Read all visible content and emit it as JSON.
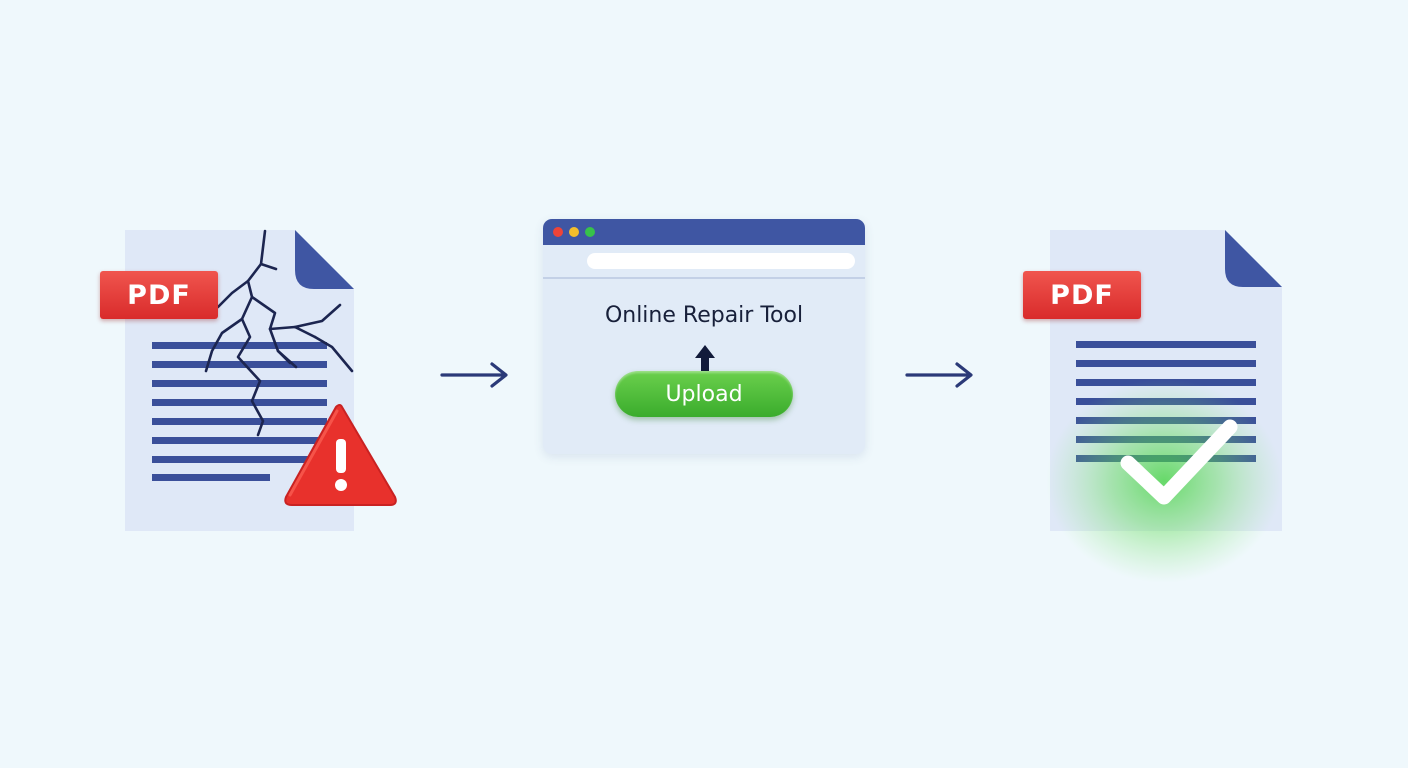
{
  "colors": {
    "background": "#eff8fc",
    "page": "#dfe8f7",
    "fold": "#3f56a3",
    "text_lines": "#3a4f9a",
    "pdf_badge": "#e23a36",
    "warning": "#e8312c",
    "success": "#3fc03a",
    "titlebar": "#3f56a3",
    "upload_button": "#48b835"
  },
  "steps": {
    "damaged": {
      "badge": "PDF",
      "icons": [
        "crack-lines",
        "warning-icon"
      ]
    },
    "tool": {
      "title": "Online Repair Tool",
      "button": "Upload",
      "icons": [
        "window-dot-red",
        "window-dot-yellow",
        "window-dot-green",
        "upload-arrow-icon"
      ]
    },
    "repaired": {
      "badge": "PDF",
      "icons": [
        "check-icon"
      ]
    }
  },
  "arrows": [
    "arrow-right-icon",
    "arrow-right-icon"
  ]
}
